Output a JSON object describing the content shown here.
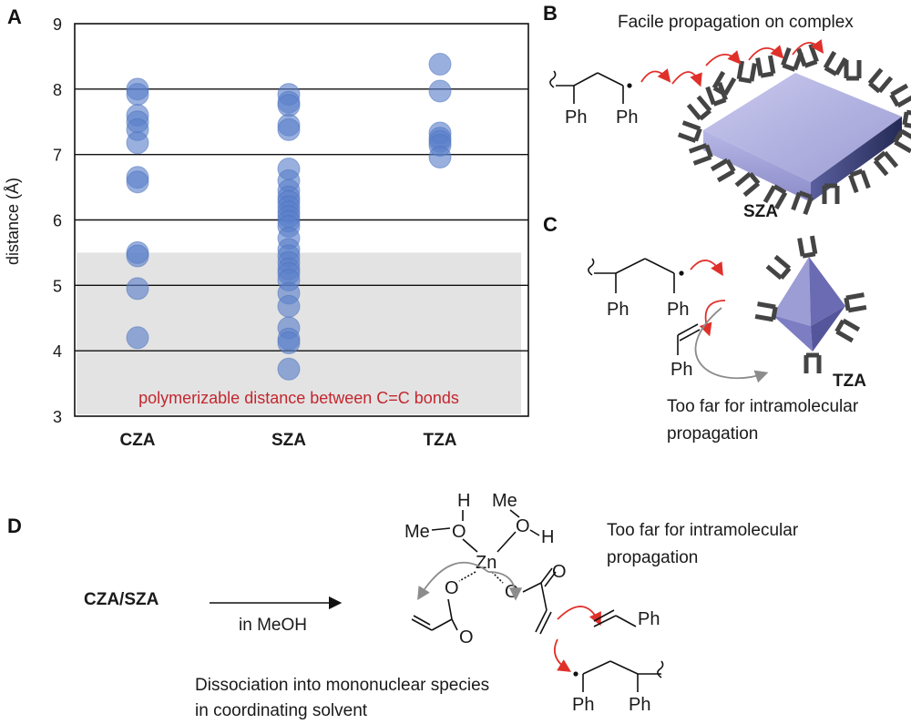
{
  "panels": {
    "a": "A",
    "b": "B",
    "c": "C",
    "d": "D"
  },
  "chart_data": {
    "type": "scatter",
    "categories": [
      "CZA",
      "SZA",
      "TZA"
    ],
    "ylabel": "distance (Å)",
    "ylim": [
      3,
      9
    ],
    "yticks": [
      3,
      4,
      5,
      6,
      7,
      8,
      9
    ],
    "grid": true,
    "shaded_band": {
      "from": 3.0,
      "to": 5.5,
      "label": "polymerizable distance between C=C bonds"
    },
    "series": [
      {
        "category": "CZA",
        "values": [
          8.0,
          7.92,
          7.6,
          7.5,
          7.38,
          7.18,
          6.65,
          6.58,
          5.5,
          5.45,
          4.95,
          4.2
        ]
      },
      {
        "category": "SZA",
        "values": [
          7.92,
          7.8,
          7.75,
          7.45,
          7.38,
          6.78,
          6.6,
          6.45,
          6.35,
          6.28,
          6.2,
          6.12,
          6.05,
          5.98,
          5.9,
          5.72,
          5.55,
          5.45,
          5.35,
          5.25,
          5.18,
          5.08,
          4.88,
          4.68,
          4.35,
          4.18,
          4.12,
          3.72
        ]
      },
      {
        "category": "TZA",
        "values": [
          8.38,
          7.97,
          7.33,
          7.25,
          7.2,
          7.14,
          6.96
        ]
      }
    ],
    "point_color": "#5b7fc9"
  },
  "panel_b": {
    "title": "Facile propagation on complex",
    "ph_left": "Ph",
    "ph_right": "Ph",
    "label": "SZA"
  },
  "panel_c": {
    "ph_left": "Ph",
    "ph_right": "Ph",
    "ph_styrene": "Ph",
    "label": "TZA",
    "note_line1": "Too far for intramolecular",
    "note_line2": "propagation"
  },
  "panel_d": {
    "reactant": "CZA/SZA",
    "condition": "in MeOH",
    "note_line1": "Too far for intramolecular",
    "note_line2": "propagation",
    "bottom_line1": "Dissociation into mononuclear species",
    "bottom_line2": "in coordinating solvent",
    "atoms": {
      "h1": "H",
      "h2": "H",
      "me1": "Me",
      "me2": "Me",
      "o1": "O",
      "o2": "O",
      "o3": "O",
      "o4": "O",
      "o5": "O",
      "o6": "O",
      "zn": "Zn"
    },
    "ph_styrene": "Ph",
    "ph_left": "Ph",
    "ph_right": "Ph"
  },
  "colors": {
    "arrow_red": "#e0302a",
    "arrow_gray": "#8c8c8c",
    "band": "#e3e3e3",
    "crystal_light": "#b9b9e4",
    "crystal_dark": "#2f3668",
    "octa": "#7d7dc4",
    "band_text": "#c4262e"
  }
}
